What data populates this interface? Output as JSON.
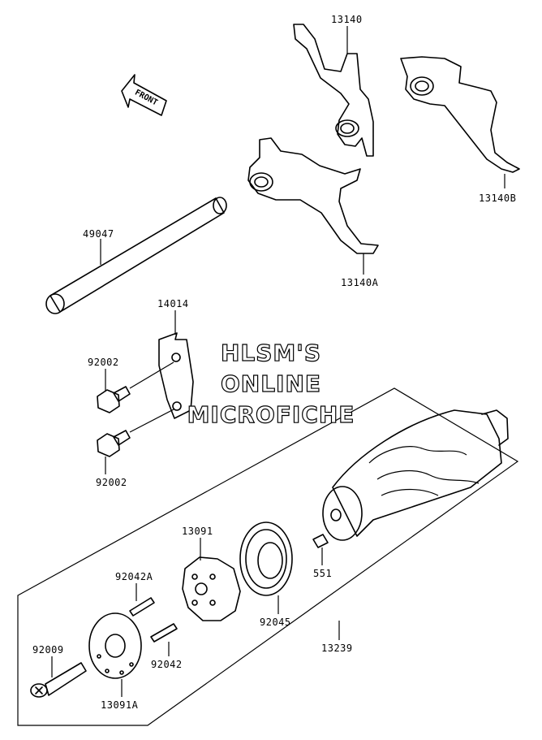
{
  "watermark": {
    "line1": "HLSM'S",
    "line2": "ONLINE",
    "line3": "MICROFICHE"
  },
  "front_arrow_text": "FRONT",
  "labels": {
    "p13140": "13140",
    "p13140B": "13140B",
    "p13140A": "13140A",
    "p49047": "49047",
    "p14014": "14014",
    "p92002_top": "92002",
    "p92002_bottom": "92002",
    "p13091": "13091",
    "p92042A": "92042A",
    "p551": "551",
    "p92045": "92045",
    "p92042": "92042",
    "p92009": "92009",
    "p13239": "13239",
    "p13091A": "13091A"
  },
  "colors": {
    "line": "#000000",
    "background": "#ffffff"
  }
}
